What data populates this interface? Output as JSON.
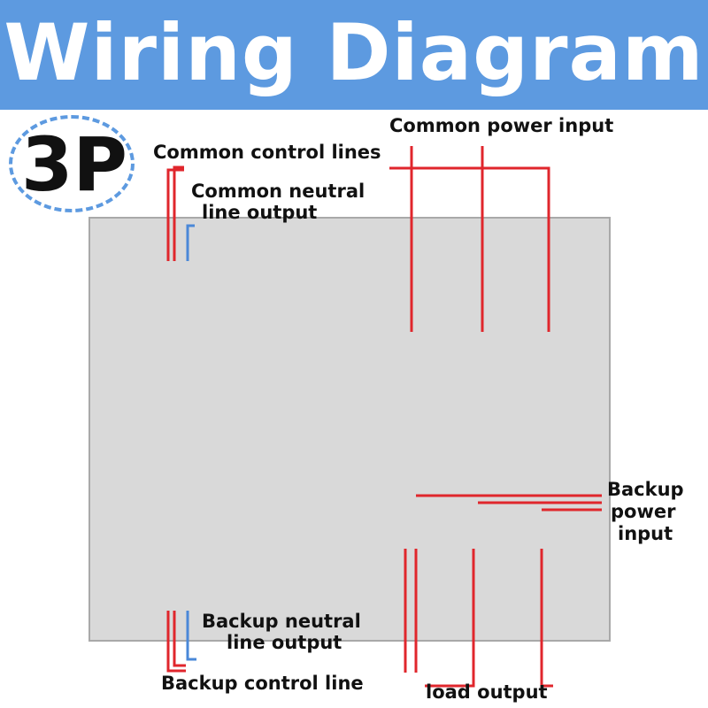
{
  "title": "Wiring Diagram",
  "badge": "3P",
  "labels": {
    "common_control_lines": "Common control lines",
    "common_neutral_line": "Common neutral",
    "common_neutral_line2": "line output",
    "common_power_input": "Common power input",
    "backup_power_input_1": "Backup",
    "backup_power_input_2": "power",
    "backup_power_input_3": "input",
    "backup_neutral_line_1": "Backup neutral",
    "backup_neutral_line_2": "line output",
    "backup_control_line": "Backup control line",
    "load_output": "load output"
  },
  "colors": {
    "banner": "#5d9ae0",
    "red_wire": "#e0262c",
    "blue_wire": "#4a88d8"
  }
}
